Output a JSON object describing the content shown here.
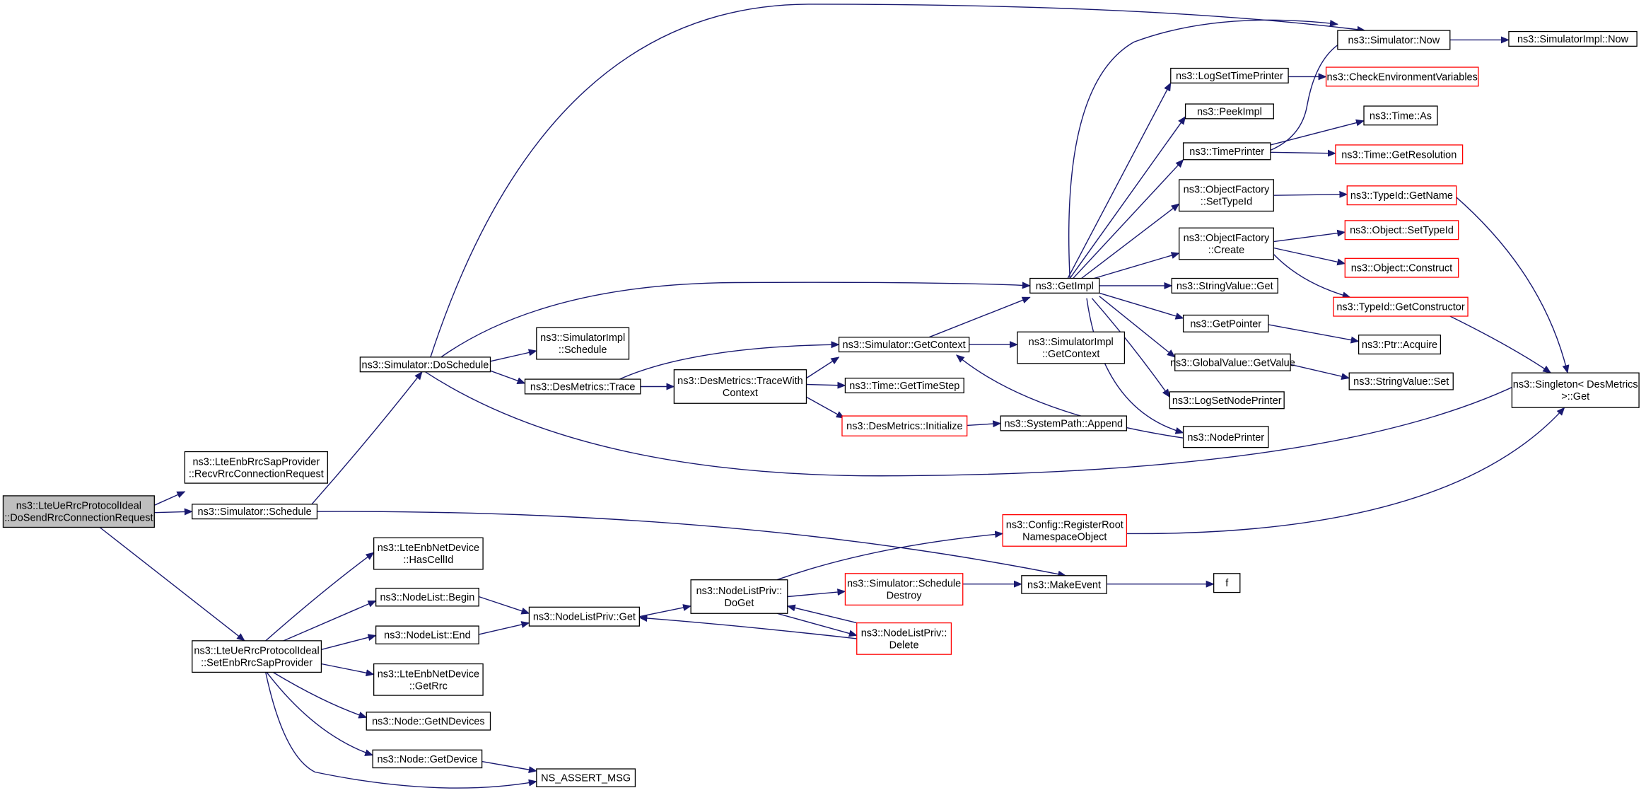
{
  "graph": {
    "title": "ns3::LteUeRrcProtocolIdeal::DoSendRrcConnectionRequest call graph",
    "colors": {
      "edge": "#191970",
      "normal_border": "#000000",
      "missing_border": "#ff0000",
      "root_fill": "#bfbfbf"
    },
    "nodes": [
      {
        "id": "root",
        "lines": [
          "ns3::LteUeRrcProtocolIdeal",
          "::DoSendRrcConnectionRequest"
        ],
        "style": "root"
      },
      {
        "id": "recv",
        "lines": [
          "ns3::LteEnbRrcSapProvider",
          "::RecvRrcConnectionRequest"
        ],
        "style": "normal"
      },
      {
        "id": "sched",
        "lines": [
          "ns3::Simulator::Schedule"
        ],
        "style": "normal"
      },
      {
        "id": "setenb",
        "lines": [
          "ns3::LteUeRrcProtocolIdeal",
          "::SetEnbRrcSapProvider"
        ],
        "style": "normal"
      },
      {
        "id": "dosched",
        "lines": [
          "ns3::Simulator::DoSchedule"
        ],
        "style": "normal"
      },
      {
        "id": "implsched",
        "lines": [
          "ns3::SimulatorImpl",
          "::Schedule"
        ],
        "style": "normal"
      },
      {
        "id": "dmtrace",
        "lines": [
          "ns3::DesMetrics::Trace"
        ],
        "style": "normal"
      },
      {
        "id": "dmtracectx",
        "lines": [
          "ns3::DesMetrics::TraceWith",
          "Context"
        ],
        "style": "normal"
      },
      {
        "id": "getctx",
        "lines": [
          "ns3::Simulator::GetContext"
        ],
        "style": "normal"
      },
      {
        "id": "implgetctx",
        "lines": [
          "ns3::SimulatorImpl",
          "::GetContext"
        ],
        "style": "normal"
      },
      {
        "id": "timestep",
        "lines": [
          "ns3::Time::GetTimeStep"
        ],
        "style": "normal"
      },
      {
        "id": "dminit",
        "lines": [
          "ns3::DesMetrics::Initialize"
        ],
        "style": "missing"
      },
      {
        "id": "sysappend",
        "lines": [
          "ns3::SystemPath::Append"
        ],
        "style": "normal"
      },
      {
        "id": "getimpl",
        "lines": [
          "ns3::GetImpl"
        ],
        "style": "normal"
      },
      {
        "id": "simnow",
        "lines": [
          "ns3::Simulator::Now"
        ],
        "style": "normal"
      },
      {
        "id": "implnow",
        "lines": [
          "ns3::SimulatorImpl::Now"
        ],
        "style": "normal"
      },
      {
        "id": "logsettime",
        "lines": [
          "ns3::LogSetTimePrinter"
        ],
        "style": "normal"
      },
      {
        "id": "checkenv",
        "lines": [
          "ns3::CheckEnvironmentVariables"
        ],
        "style": "missing"
      },
      {
        "id": "peekimpl",
        "lines": [
          "ns3::PeekImpl"
        ],
        "style": "normal"
      },
      {
        "id": "timeprinter",
        "lines": [
          "ns3::TimePrinter"
        ],
        "style": "normal"
      },
      {
        "id": "timeas",
        "lines": [
          "ns3::Time::As"
        ],
        "style": "normal"
      },
      {
        "id": "timeres",
        "lines": [
          "ns3::Time::GetResolution"
        ],
        "style": "missing"
      },
      {
        "id": "ofsettid",
        "lines": [
          "ns3::ObjectFactory",
          "::SetTypeId"
        ],
        "style": "normal"
      },
      {
        "id": "tidgetname",
        "lines": [
          "ns3::TypeId::GetName"
        ],
        "style": "missing"
      },
      {
        "id": "ofcreate",
        "lines": [
          "ns3::ObjectFactory",
          "::Create"
        ],
        "style": "normal"
      },
      {
        "id": "objsettid",
        "lines": [
          "ns3::Object::SetTypeId"
        ],
        "style": "missing"
      },
      {
        "id": "objconstruct",
        "lines": [
          "ns3::Object::Construct"
        ],
        "style": "missing"
      },
      {
        "id": "tidgetctor",
        "lines": [
          "ns3::TypeId::GetConstructor"
        ],
        "style": "missing"
      },
      {
        "id": "strvalget",
        "lines": [
          "ns3::StringValue::Get"
        ],
        "style": "normal"
      },
      {
        "id": "getpointer",
        "lines": [
          "ns3::GetPointer"
        ],
        "style": "normal"
      },
      {
        "id": "ptracquire",
        "lines": [
          "ns3::Ptr::Acquire"
        ],
        "style": "normal"
      },
      {
        "id": "gvgetvalue",
        "lines": [
          "ns3::GlobalValue::GetValue"
        ],
        "style": "normal"
      },
      {
        "id": "strvalset",
        "lines": [
          "ns3::StringValue::Set"
        ],
        "style": "normal"
      },
      {
        "id": "logsetnode",
        "lines": [
          "ns3::LogSetNodePrinter"
        ],
        "style": "normal"
      },
      {
        "id": "nodeprinter",
        "lines": [
          "ns3::NodePrinter"
        ],
        "style": "normal"
      },
      {
        "id": "singleton",
        "lines": [
          "ns3::Singleton< DesMetrics",
          " >::Get"
        ],
        "style": "normal"
      },
      {
        "id": "hascellid",
        "lines": [
          "ns3::LteEnbNetDevice",
          "::HasCellId"
        ],
        "style": "normal"
      },
      {
        "id": "nlbegin",
        "lines": [
          "ns3::NodeList::Begin"
        ],
        "style": "normal"
      },
      {
        "id": "nlend",
        "lines": [
          "ns3::NodeList::End"
        ],
        "style": "normal"
      },
      {
        "id": "getrrc",
        "lines": [
          "ns3::LteEnbNetDevice",
          "::GetRrc"
        ],
        "style": "normal"
      },
      {
        "id": "getndev",
        "lines": [
          "ns3::Node::GetNDevices"
        ],
        "style": "normal"
      },
      {
        "id": "getdevice",
        "lines": [
          "ns3::Node::GetDevice"
        ],
        "style": "normal"
      },
      {
        "id": "assertmsg",
        "lines": [
          "NS_ASSERT_MSG"
        ],
        "style": "normal"
      },
      {
        "id": "nlprivget",
        "lines": [
          "ns3::NodeListPriv::Get"
        ],
        "style": "normal"
      },
      {
        "id": "nlprivdoget",
        "lines": [
          "ns3::NodeListPriv::",
          "DoGet"
        ],
        "style": "normal"
      },
      {
        "id": "regroot",
        "lines": [
          "ns3::Config::RegisterRoot",
          "NamespaceObject"
        ],
        "style": "missing"
      },
      {
        "id": "schedestroy",
        "lines": [
          "ns3::Simulator::Schedule",
          "Destroy"
        ],
        "style": "missing"
      },
      {
        "id": "nlprivdelete",
        "lines": [
          "ns3::NodeListPriv::",
          "Delete"
        ],
        "style": "missing"
      },
      {
        "id": "makeevent",
        "lines": [
          "ns3::MakeEvent"
        ],
        "style": "normal"
      },
      {
        "id": "f",
        "lines": [
          "f"
        ],
        "style": "normal"
      }
    ]
  }
}
